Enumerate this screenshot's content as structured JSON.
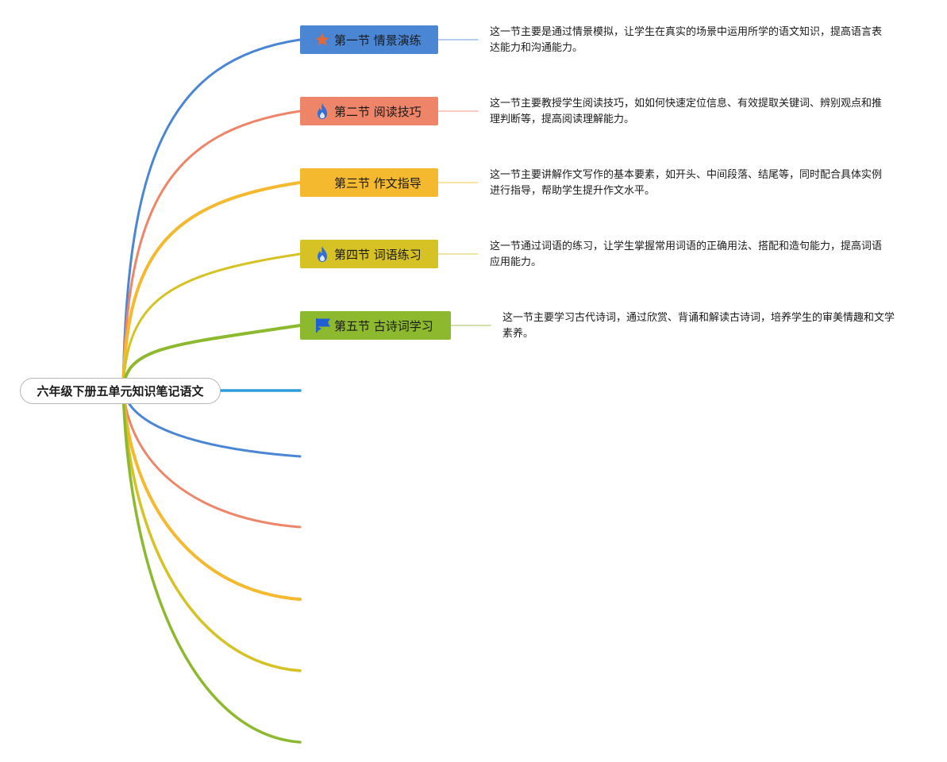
{
  "root": {
    "title": "六年级下册五单元知识笔记语文"
  },
  "topics": [
    {
      "label": "第一节 情景演练",
      "icon": "star-icon",
      "color": "#4a86d4",
      "description": "这一节主要是通过情景模拟，让学生在真实的场景中运用所学的语文知识，提高语言表达能力和沟通能力。"
    },
    {
      "label": "第二节 阅读技巧",
      "icon": "fire-icon",
      "color": "#ee8568",
      "description": "这一节主要教授学生阅读技巧，如如何快速定位信息、有效提取关键词、辨别观点和推理判断等，提高阅读理解能力。"
    },
    {
      "label": "第三节 作文指导",
      "icon": "",
      "color": "#f4b92e",
      "description": "这一节主要讲解作文写作的基本要素，如开头、中间段落、结尾等，同时配合具体实例进行指导，帮助学生提升作文水平。"
    },
    {
      "label": "第四节 词语练习",
      "icon": "fire-icon",
      "color": "#d6c224",
      "description": "这一节通过词语的练习，让学生掌握常用词语的正确用法、搭配和造句能力，提高词语应用能力。"
    },
    {
      "label": "第五节 古诗词学习",
      "icon": "flag-icon",
      "color": "#8db92e",
      "description": "这一节主要学习古代诗词，通过欣赏、背诵和解读古诗词，培养学生的审美情趣和文学素养。"
    }
  ],
  "empty_branch_colors": [
    "#2d9cdb",
    "#4a86d4",
    "#ee8568",
    "#f4b92e",
    "#d6c224",
    "#8db92e"
  ],
  "icon_colors": {
    "star": "#e06a3a",
    "fire": "#2f6fd6",
    "flag": "#1f5fd1"
  }
}
